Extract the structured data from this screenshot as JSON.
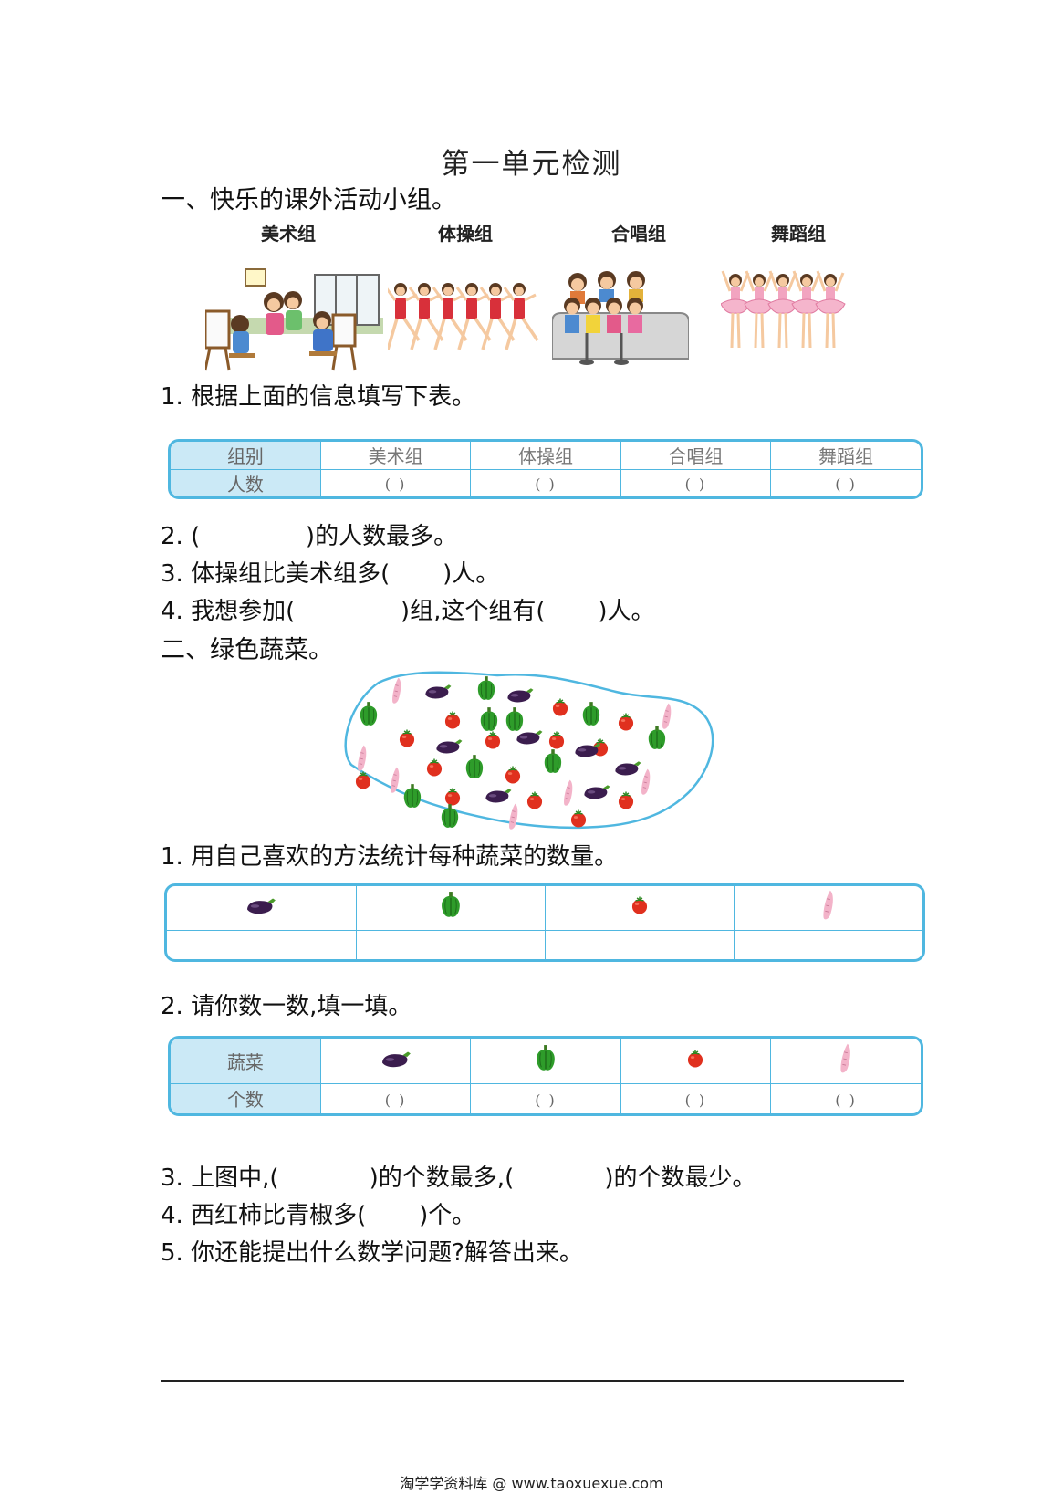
{
  "title": "第一单元检测",
  "section1": {
    "heading": "一、快乐的课外活动小组。",
    "groups": [
      "美术组",
      "体操组",
      "合唱组",
      "舞蹈组"
    ],
    "q1": "1. 根据上面的信息填写下表。",
    "table": {
      "row1_header": "组别",
      "row2_header": "人数",
      "columns": [
        "美术组",
        "体操组",
        "合唱组",
        "舞蹈组"
      ],
      "blank": "(      )"
    },
    "q2": "2. (              )的人数最多。",
    "q3": "3. 体操组比美术组多(       )人。",
    "q4": "4. 我想参加(              )组,这个组有(       )人。"
  },
  "section2": {
    "heading": "二、绿色蔬菜。",
    "q1": "1. 用自己喜欢的方法统计每种蔬菜的数量。",
    "q2": "2. 请你数一数,填一填。",
    "table": {
      "row1_header": "蔬菜",
      "row2_header": "个数",
      "blank": "(      )"
    },
    "q3": "3. 上图中,(            )的个数最多,(            )的个数最少。",
    "q4": "4. 西红柿比青椒多(       )个。",
    "q5": "5. 你还能提出什么数学问题?解答出来。"
  },
  "vegetable_icons": [
    "eggplant-icon",
    "green-pepper-icon",
    "tomato-icon",
    "sweet-potato-icon"
  ],
  "colors": {
    "table_border": "#4fb7e0",
    "table_header_bg": "#cbe9f6"
  },
  "footer": "淘学学资料库 @ www.taoxuexue.com"
}
